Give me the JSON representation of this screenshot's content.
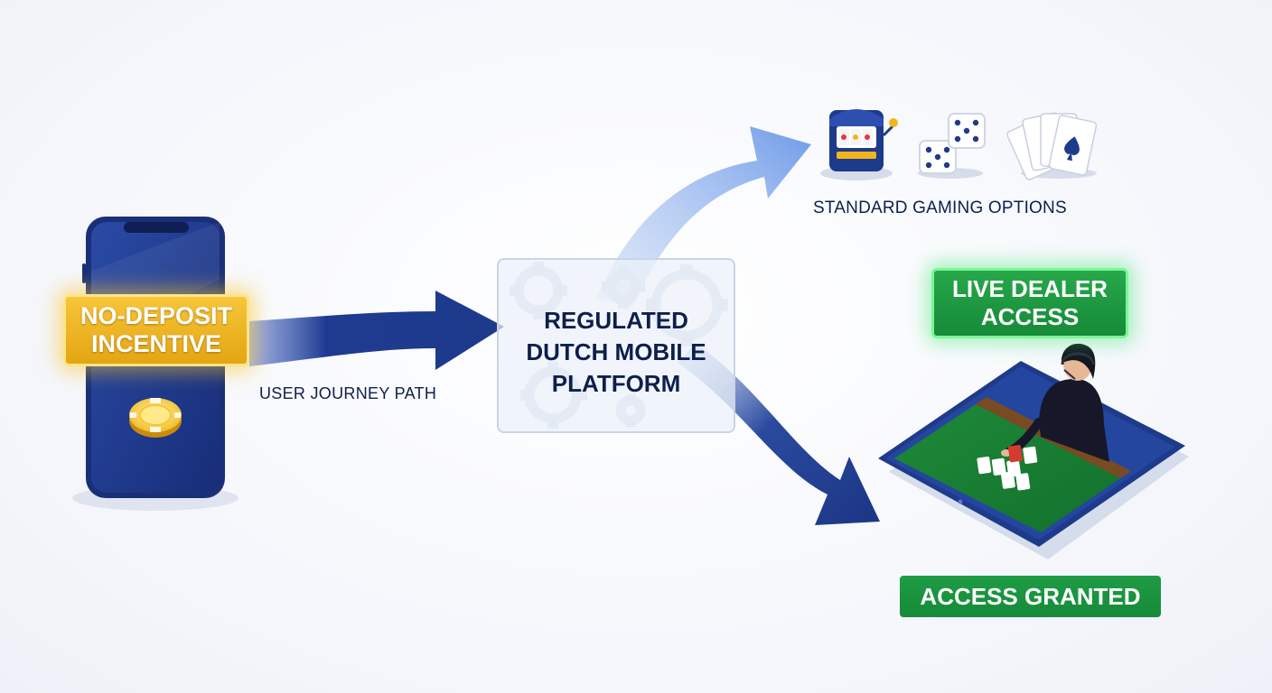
{
  "nodes": {
    "incentive": {
      "line1": "NO-DEPOSIT",
      "line2": "INCENTIVE"
    },
    "journey": "USER JOURNEY PATH",
    "platform": {
      "line1": "REGULATED",
      "line2": "DUTCH MOBILE",
      "line3": "PLATFORM"
    },
    "standard": "STANDARD GAMING OPTIONS",
    "live": {
      "line1": "LIVE DEALER",
      "line2": "ACCESS"
    },
    "granted": "ACCESS GRANTED"
  },
  "colors": {
    "primary_blue": "#1e3a8a",
    "light_blue": "#7ea9ec",
    "gold": "#f2b51c",
    "green": "#168a38",
    "text_dark": "#0e1f4d"
  },
  "icons": [
    "smartphone-icon",
    "casino-chip-icon",
    "gear-icon",
    "slot-machine-icon",
    "dice-icon",
    "playing-cards-icon",
    "live-dealer-tablet-icon"
  ]
}
